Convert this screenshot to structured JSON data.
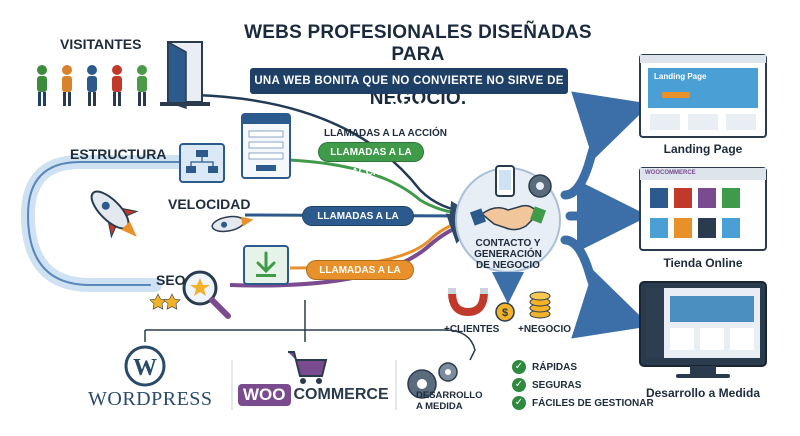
{
  "title": {
    "line1": "WEBS PROFESIONALES DISEÑADAS PARA",
    "line2": "CAPTAR CLIENTES Y GENERAR NEGOCIO."
  },
  "banner": "UNA WEB BONITA QUE NO CONVIERTE NO SIRVE DE NADA.",
  "left_labels": {
    "visitors": "VISITANTES",
    "structure": "ESTRUCTURA",
    "speed": "VELOCIDAD",
    "seo": "SEO"
  },
  "cta": {
    "plain": "LLAMADAS A LA ACCIÓN",
    "green": "LLAMADAS A LA ACCIÓN",
    "blue": "LLAMADAS A LA ACCIÓN",
    "orange": "LLAMADAS A LA ACCIÓN"
  },
  "hub": {
    "line1": "CONTACTO Y",
    "line2": "GENERACIÓN",
    "line3": "DE NEGOCIO"
  },
  "results": {
    "clients": "+CLIENTES",
    "business": "+NEGOCIO"
  },
  "logos": {
    "wordpress": "WORDPRESS",
    "woo": "WOO",
    "commerce": "COMMERCE"
  },
  "custom": {
    "line1": "DESARROLLO",
    "line2": "A MEDIDA"
  },
  "benefits": [
    "RÁPIDAS",
    "SEGURAS",
    "FÁCILES DE GESTIONAR"
  ],
  "outputs": {
    "landing": "Landing Page",
    "landing_inner": "Landing Page",
    "store": "Tienda Online",
    "store_brand": "WOOCOMMERCE",
    "custom": "Desarrollo a Medida"
  },
  "colors": {
    "navy": "#1e3f66",
    "green": "#3f9a4a",
    "blue": "#2c5a8c",
    "orange": "#e8912a",
    "purple": "#7a4b8f",
    "arrow": "#3c6ea8"
  }
}
